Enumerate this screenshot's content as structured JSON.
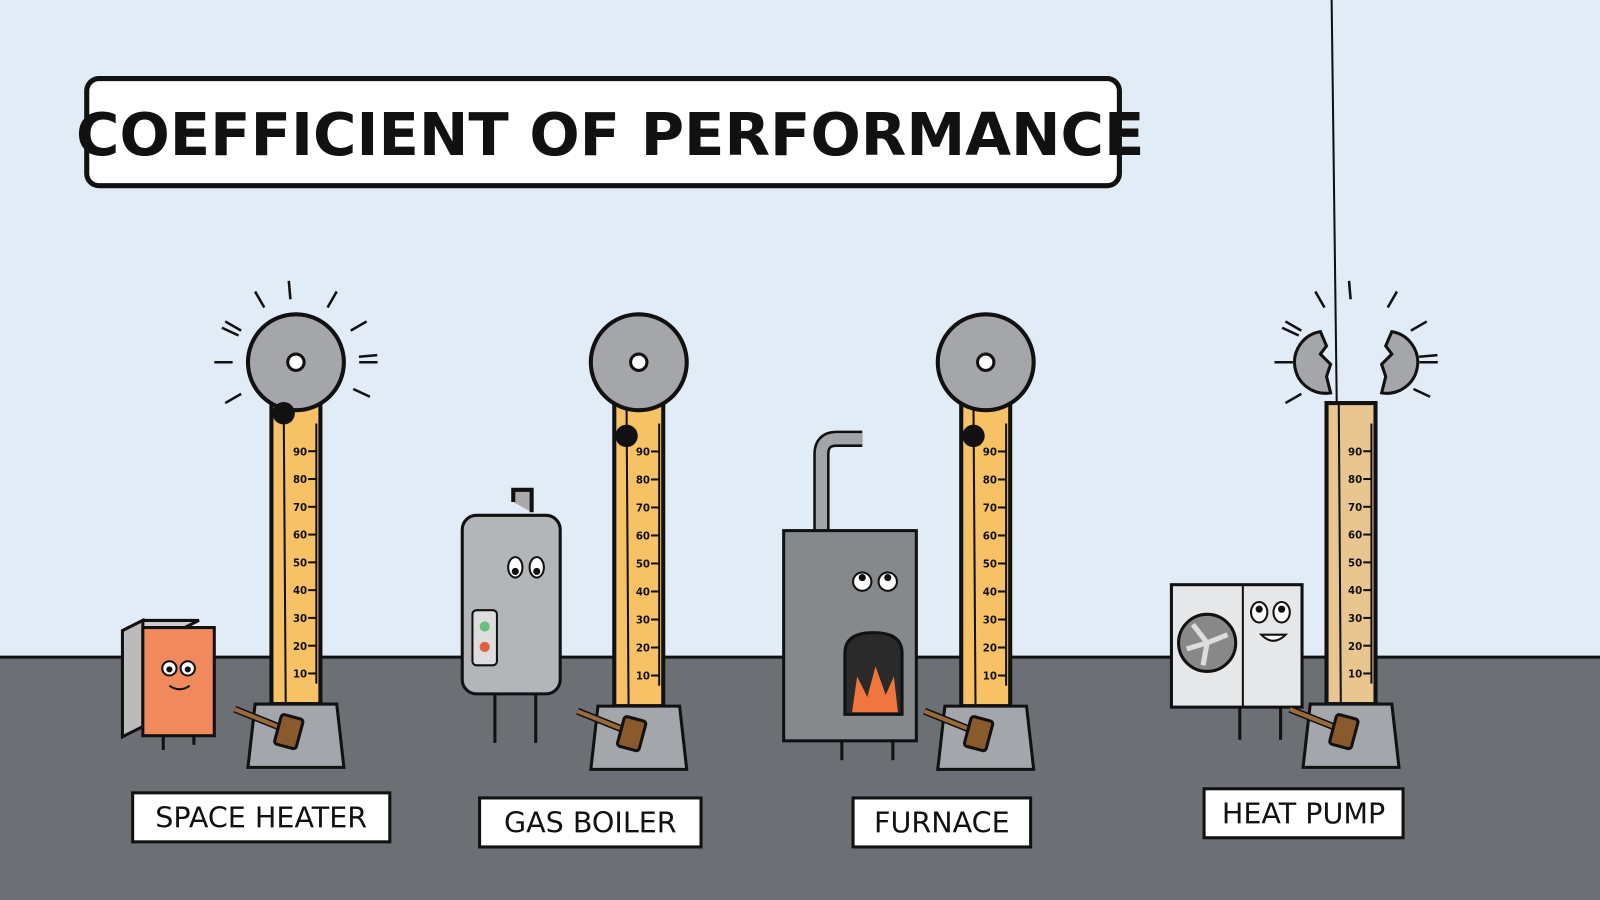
{
  "title": "COEFFICIENT OF PERFORMANCE",
  "scale_ticks": [
    "10",
    "20",
    "30",
    "40",
    "50",
    "60",
    "70",
    "80",
    "90"
  ],
  "colors": {
    "wall": "#e2ecf7",
    "floor": "#6c6f74",
    "pole": "#f7c266",
    "pole_faded": "#e9c68f",
    "bell": "#a4a6a9",
    "outline": "#111111"
  },
  "strikers": [
    {
      "label": "SPACE HEATER",
      "puck_level_percent": 100,
      "bell": "ringing"
    },
    {
      "label": "GAS BOILER",
      "puck_level_percent": 92,
      "bell": "silent"
    },
    {
      "label": "FURNACE",
      "puck_level_percent": 92,
      "bell": "silent"
    },
    {
      "label": "HEAT PUMP",
      "puck_level_percent": null,
      "bell": "broken"
    }
  ]
}
